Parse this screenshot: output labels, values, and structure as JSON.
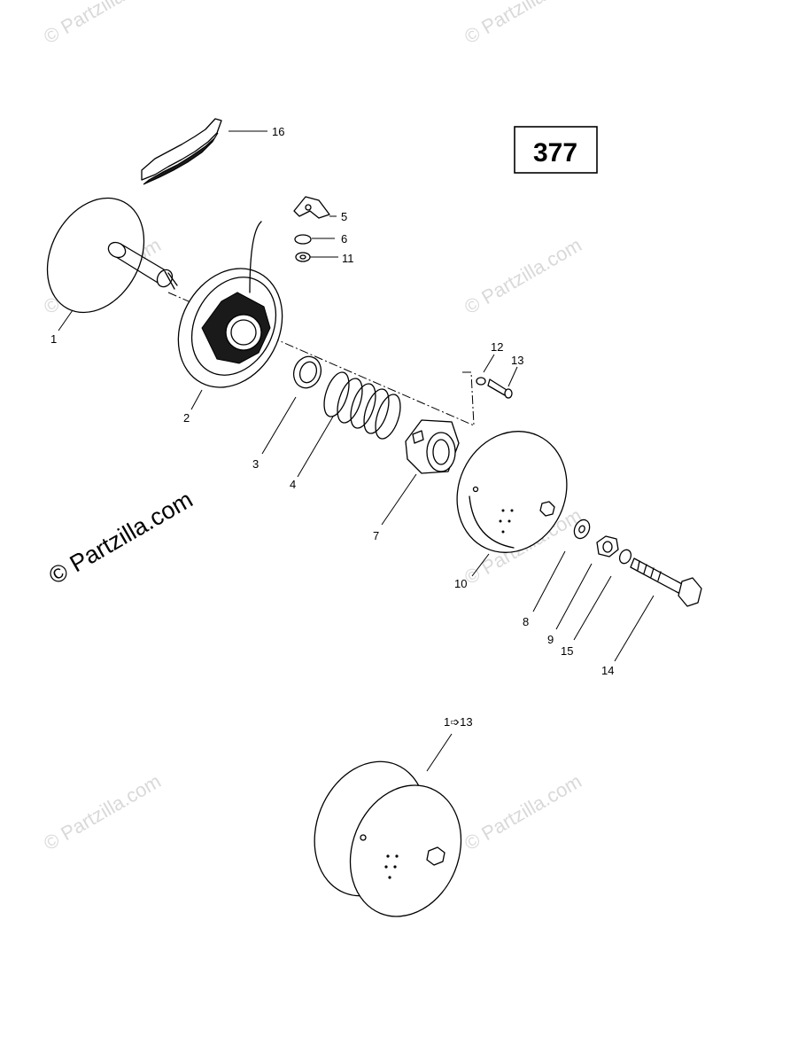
{
  "reference_number": "377",
  "watermark": "© Partzilla.com",
  "callouts": {
    "c1": "1",
    "c2": "2",
    "c3": "3",
    "c4": "4",
    "c5": "5",
    "c6": "6",
    "c7": "7",
    "c8": "8",
    "c9": "9",
    "c10": "10",
    "c11": "11",
    "c12": "12",
    "c13": "13",
    "c14": "14",
    "c15": "15",
    "c16": "16",
    "assembly": "1➩13"
  }
}
